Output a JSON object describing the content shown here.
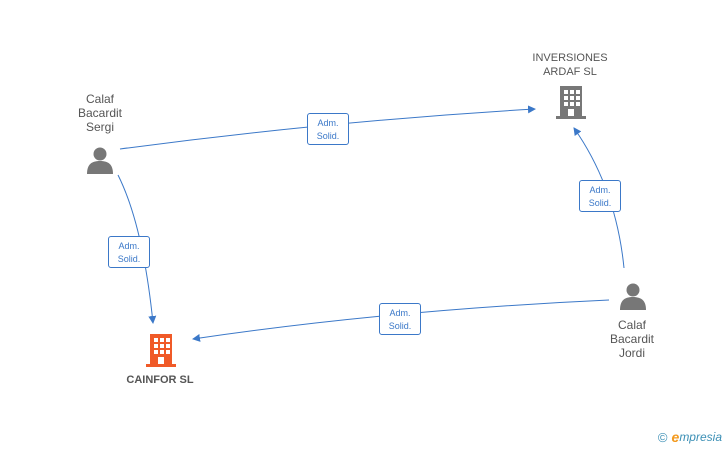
{
  "nodes": {
    "person_sergi": {
      "label": "Calaf\nBacardit\nSergi",
      "icon": "person-icon"
    },
    "person_jordi": {
      "label": "Calaf\nBacardit\nJordi",
      "icon": "person-icon"
    },
    "company_ardaf": {
      "label": "INVERSIONES\nARDAF SL",
      "icon": "building-icon"
    },
    "company_cainfor": {
      "label": "CAINFOR SL",
      "icon": "building-icon"
    }
  },
  "edges": [
    {
      "from": "Calaf Bacardit Sergi",
      "to": "INVERSIONES ARDAF SL",
      "label": "Adm.\nSolid."
    },
    {
      "from": "Calaf Bacardit Sergi",
      "to": "CAINFOR SL",
      "label": "Adm.\nSolid."
    },
    {
      "from": "Calaf Bacardit Jordi",
      "to": "INVERSIONES ARDAF SL",
      "label": "Adm.\nSolid."
    },
    {
      "from": "Calaf Bacardit Jordi",
      "to": "CAINFOR SL",
      "label": "Adm.\nSolid."
    }
  ],
  "colors": {
    "edge": "#3b78c8",
    "person_icon": "#777777",
    "company_ardaf_icon": "#777777",
    "company_cainfor_icon": "#f05a28"
  },
  "brand": {
    "copyright_symbol": "©",
    "e_letter": "e",
    "rest": "mpresia"
  }
}
